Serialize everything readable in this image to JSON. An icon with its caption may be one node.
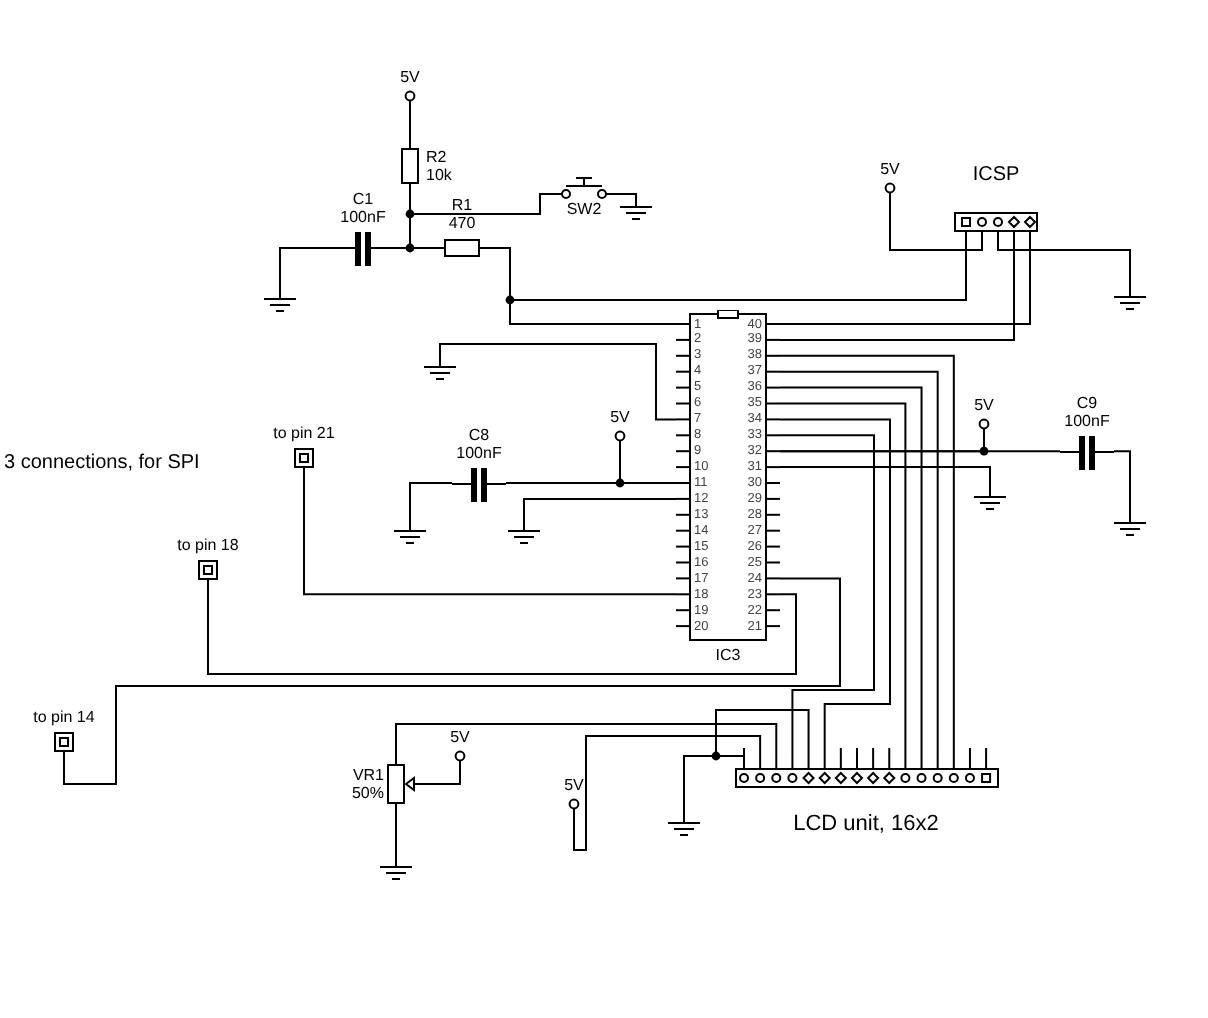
{
  "diagram": {
    "nodes": [
      {
        "text": [
          "IC3"
        ]
      },
      {
        "text": [
          "ICSP"
        ]
      },
      {
        "text": [
          "LCD unit, 16x2"
        ]
      },
      {
        "text": [
          "R1",
          "470"
        ]
      },
      {
        "text": [
          "R2",
          "10k"
        ]
      },
      {
        "text": [
          "C1",
          "100nF"
        ]
      },
      {
        "text": [
          "C8",
          "100nF"
        ]
      },
      {
        "text": [
          "C9",
          "100nF"
        ]
      },
      {
        "text": [
          "SW2"
        ]
      },
      {
        "text": [
          "VR1",
          "50%"
        ]
      },
      {
        "text": [
          "to pin 21"
        ]
      },
      {
        "text": [
          "to pin 18"
        ]
      },
      {
        "text": [
          "to pin 14"
        ]
      },
      {
        "text": [
          "5V"
        ]
      },
      {
        "text": [
          "5V"
        ]
      },
      {
        "text": [
          "5V"
        ]
      },
      {
        "text": [
          "5V"
        ]
      },
      {
        "text": [
          "5V"
        ]
      },
      {
        "text": [
          "5V"
        ]
      },
      {
        "text": [],
        "shape": "ground"
      },
      {
        "text": [],
        "shape": "ground"
      },
      {
        "text": [],
        "shape": "ground"
      },
      {
        "text": [],
        "shape": "ground"
      },
      {
        "text": [],
        "shape": "ground"
      },
      {
        "text": [],
        "shape": "ground"
      },
      {
        "text": [],
        "shape": "ground"
      },
      {
        "text": [],
        "shape": "ground"
      },
      {
        "text": [],
        "shape": "ground"
      },
      {
        "text": [],
        "shape": "ground"
      }
    ],
    "edges": [
      {
        "from": 5,
        "to": 3,
        "arrow": "none"
      },
      {
        "from": 4,
        "to": 3,
        "arrow": "none"
      },
      {
        "from": 4,
        "to": 8,
        "arrow": "none"
      },
      {
        "from": 13,
        "to": 4,
        "arrow": "none"
      },
      {
        "from": 8,
        "to": 20,
        "arrow": "none"
      },
      {
        "from": 5,
        "to": 19,
        "arrow": "none"
      },
      {
        "from": 3,
        "to": 0,
        "arrow": "none"
      },
      {
        "from": 1,
        "to": 0,
        "arrow": "none"
      },
      {
        "from": 14,
        "to": 1,
        "arrow": "none"
      },
      {
        "from": 1,
        "to": 21,
        "arrow": "none"
      },
      {
        "from": 1,
        "to": 0,
        "arrow": "none"
      },
      {
        "from": 1,
        "to": 0,
        "arrow": "none"
      },
      {
        "from": 0,
        "to": 22,
        "arrow": "none"
      },
      {
        "from": 6,
        "to": 0,
        "arrow": "none"
      },
      {
        "from": 15,
        "to": 0,
        "arrow": "none"
      },
      {
        "from": 6,
        "to": 23,
        "arrow": "none"
      },
      {
        "from": 0,
        "to": 24,
        "arrow": "none"
      },
      {
        "from": 0,
        "to": 10,
        "arrow": "none"
      },
      {
        "from": 0,
        "to": 11,
        "arrow": "none"
      },
      {
        "from": 0,
        "to": 12,
        "arrow": "none"
      },
      {
        "from": 0,
        "to": 7,
        "arrow": "none"
      },
      {
        "from": 16,
        "to": 0,
        "arrow": "none"
      },
      {
        "from": 7,
        "to": 26,
        "arrow": "none"
      },
      {
        "from": 0,
        "to": 25,
        "arrow": "none"
      },
      {
        "from": 0,
        "to": 2,
        "arrow": "none"
      },
      {
        "from": 0,
        "to": 2,
        "arrow": "none"
      },
      {
        "from": 0,
        "to": 2,
        "arrow": "none"
      },
      {
        "from": 0,
        "to": 2,
        "arrow": "none"
      },
      {
        "from": 0,
        "to": 2,
        "arrow": "none"
      },
      {
        "from": 0,
        "to": 2,
        "arrow": "none"
      },
      {
        "from": 9,
        "to": 2,
        "arrow": "none"
      },
      {
        "from": 17,
        "to": 9,
        "arrow": "none"
      },
      {
        "from": 9,
        "to": 27,
        "arrow": "none"
      },
      {
        "from": 18,
        "to": 2,
        "arrow": "none"
      },
      {
        "from": 2,
        "to": 28,
        "arrow": "none"
      },
      {
        "from": 2,
        "to": 28,
        "arrow": "none"
      }
    ],
    "labels": [
      "3 connections, for SPI",
      "1",
      "40",
      "2",
      "39",
      "3",
      "38",
      "4",
      "37",
      "5",
      "36",
      "6",
      "35",
      "7",
      "34",
      "8",
      "33",
      "9",
      "32",
      "10",
      "31",
      "11",
      "30",
      "12",
      "29",
      "13",
      "28",
      "14",
      "27",
      "15",
      "26",
      "16",
      "25",
      "17",
      "24",
      "18",
      "23",
      "19",
      "22",
      "20",
      "21"
    ]
  }
}
